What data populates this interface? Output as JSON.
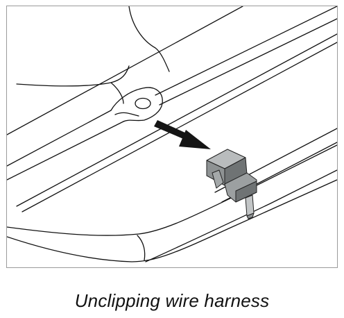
{
  "figure": {
    "caption": "Unclipping wire harness",
    "colors": {
      "line": "#111111",
      "clip_light": "#b9bcbd",
      "clip_mid": "#8e9293",
      "clip_dark": "#6f7374",
      "arrow": "#151515",
      "border": "#9a9a9a"
    },
    "parts": [
      "mounting-bracket",
      "bolt-hole",
      "wire-harness-clip",
      "cable-tie",
      "frame-rail",
      "arrow"
    ]
  }
}
